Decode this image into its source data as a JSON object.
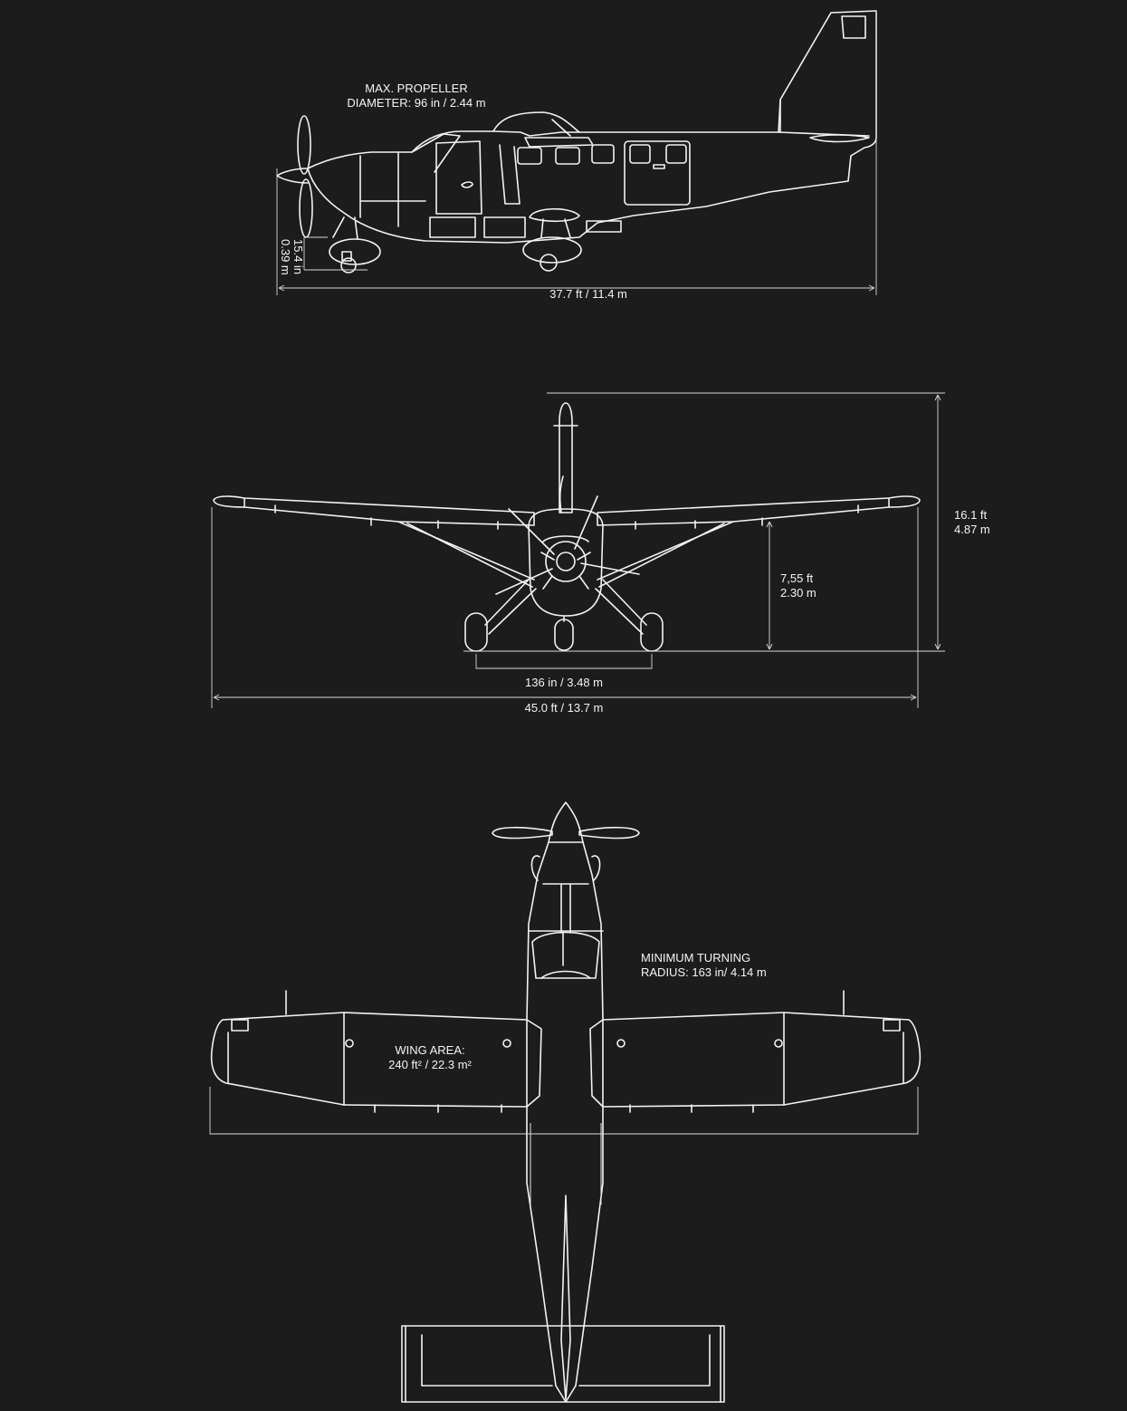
{
  "side_view": {
    "propeller_line1": "MAX. PROPELLER",
    "propeller_line2": "DIAMETER: 96 in / 2.44 m",
    "clearance_in": "15.4 in",
    "clearance_m": "0.39 m",
    "length": "37.7 ft / 11.4 m"
  },
  "front_view": {
    "height_ft": "16.1 ft",
    "height_m": "4.87 m",
    "wing_height_ft": "7,55 ft",
    "wing_height_m": "2.30 m",
    "track": "136 in / 3.48 m",
    "span": "45.0 ft  / 13.7 m"
  },
  "top_view": {
    "turning_line1": "MINIMUM TURNING",
    "turning_line2": "RADIUS: 163 in/ 4.14 m",
    "wing_area_line1": "WING AREA:",
    "wing_area_line2": "240 ft² / 22.3 m²"
  },
  "colors": {
    "background": "#1c1c1c",
    "line": "#f2f2f2"
  }
}
